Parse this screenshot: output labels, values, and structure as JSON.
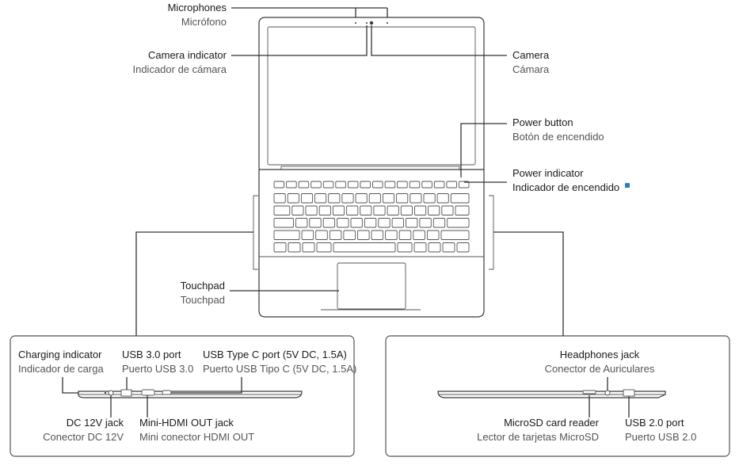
{
  "callouts": {
    "microphones": {
      "en": "Microphones",
      "es": "Micrófono"
    },
    "camera_indicator": {
      "en": "Camera indicator",
      "es": "Indicador de cámara"
    },
    "camera": {
      "en": "Camera",
      "es": "Cámara"
    },
    "power_button": {
      "en": "Power button",
      "es": "Botón de encendido"
    },
    "power_indicator": {
      "en": "Power indicator",
      "es": "Indicador de encendido"
    },
    "touchpad": {
      "en": "Touchpad",
      "es": "Touchpad"
    }
  },
  "left_side": {
    "charging_indicator": {
      "en": "Charging indicator",
      "es": "Indicador de carga"
    },
    "usb3_port": {
      "en": "USB 3.0 port",
      "es": "Puerto USB 3.0"
    },
    "usb_c_port": {
      "en": "USB Type C port (5V DC, 1.5A)",
      "es": "Puerto USB Tipo C (5V DC, 1.5A)"
    },
    "dc_jack": {
      "en": "DC 12V jack",
      "es": "Conector DC 12V"
    },
    "mini_hdmi": {
      "en": "Mini-HDMI OUT jack",
      "es": "Mini conector HDMI OUT"
    }
  },
  "right_side": {
    "headphones_jack": {
      "en": "Headphones jack",
      "es": "Conector de Auriculares"
    },
    "microsd_reader": {
      "en": "MicroSD card reader",
      "es": "Lector de tarjetas MicroSD"
    },
    "usb2_port": {
      "en": "USB 2.0 port",
      "es": "Puerto USB 2.0"
    }
  },
  "colors": {
    "line": "#333333",
    "power_led": "#2f78c4",
    "secondary_text": "#555555"
  }
}
